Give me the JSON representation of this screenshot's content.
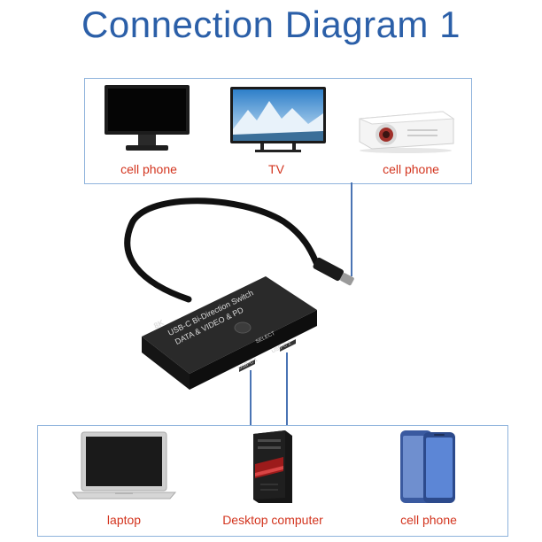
{
  "title": "Connection Diagram 1",
  "top_devices": [
    {
      "label": "cell phone",
      "icon": "monitor-icon"
    },
    {
      "label": "TV",
      "icon": "tv-icon"
    },
    {
      "label": "cell phone",
      "icon": "projector-icon"
    }
  ],
  "bottom_devices": [
    {
      "label": "laptop",
      "icon": "laptop-icon"
    },
    {
      "label": "Desktop computer",
      "icon": "desktop-tower-icon"
    },
    {
      "label": "cell phone",
      "icon": "smartphone-icon"
    }
  ],
  "switch": {
    "line1": "USB-C Bi-Direction Switch",
    "line2": "DATA & VIDEO & PD",
    "badge_8k": "8K",
    "port1": "USB-C 1",
    "port2": "USB-C 2",
    "select": "SELECT"
  },
  "colors": {
    "title": "#2b5fa8",
    "label": "#d3351f",
    "box_border": "#8fb3dc",
    "line": "#4a74b4"
  }
}
